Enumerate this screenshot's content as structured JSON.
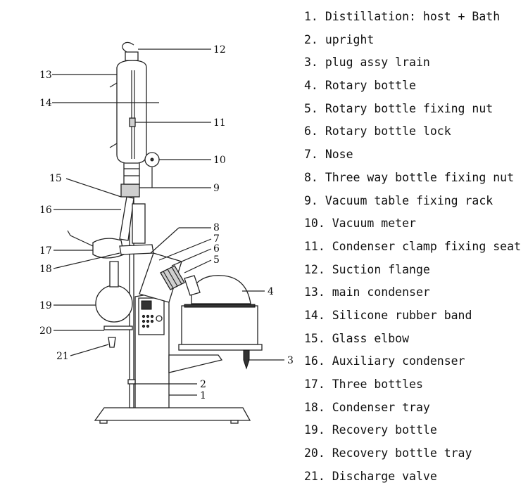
{
  "parts": [
    {
      "num": "1.",
      "name": "Distillation: host + Bath"
    },
    {
      "num": "2.",
      "name": "upright"
    },
    {
      "num": "3.",
      "name": "plug assy lrain"
    },
    {
      "num": "4.",
      "name": "Rotary bottle"
    },
    {
      "num": "5.",
      "name": "Rotary bottle fixing nut"
    },
    {
      "num": "6.",
      "name": "Rotary bottle lock"
    },
    {
      "num": "7.",
      "name": "Nose"
    },
    {
      "num": "8.",
      "name": "Three way bottle fixing nut"
    },
    {
      "num": "9.",
      "name": "Vacuum table fixing rack"
    },
    {
      "num": "10.",
      "name": "Vacuum meter"
    },
    {
      "num": "11.",
      "name": "Condenser clamp fixing seat"
    },
    {
      "num": "12.",
      "name": "Suction flange"
    },
    {
      "num": "13.",
      "name": "main condenser"
    },
    {
      "num": "14.",
      "name": "Silicone rubber band"
    },
    {
      "num": "15.",
      "name": "Glass elbow"
    },
    {
      "num": "16.",
      "name": "Auxiliary condenser"
    },
    {
      "num": "17.",
      "name": "Three bottles"
    },
    {
      "num": "18.",
      "name": "Condenser tray"
    },
    {
      "num": "19.",
      "name": "Recovery bottle"
    },
    {
      "num": "20.",
      "name": "Recovery bottle tray"
    },
    {
      "num": "21.",
      "name": "Discharge valve"
    }
  ],
  "callouts": [
    "1",
    "2",
    "3",
    "4",
    "5",
    "6",
    "7",
    "8",
    "9",
    "10",
    "11",
    "12",
    "13",
    "14",
    "15",
    "16",
    "17",
    "18",
    "19",
    "20",
    "21"
  ]
}
